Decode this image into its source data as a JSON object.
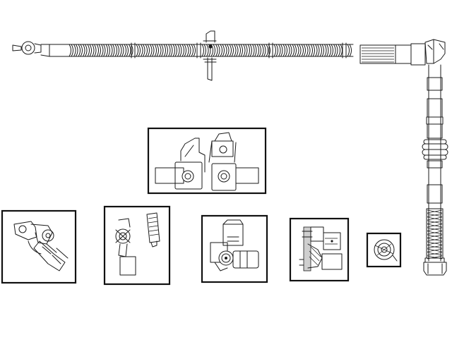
{
  "colors": {
    "line": "#1a1a1a",
    "frame": "#111111",
    "background": "#ffffff",
    "shade": "#cfcfcf"
  },
  "hose": {
    "coil_sections": 5,
    "vertical_bands": 12
  },
  "detail_views": [
    {
      "name": "bracket-clip-detail"
    },
    {
      "name": "banjo-fitting-detail"
    },
    {
      "name": "clip-and-sleeve-detail"
    },
    {
      "name": "caliper-mount-detail"
    },
    {
      "name": "sectional-fitting-detail"
    },
    {
      "name": "ring-fitting-detail"
    }
  ]
}
